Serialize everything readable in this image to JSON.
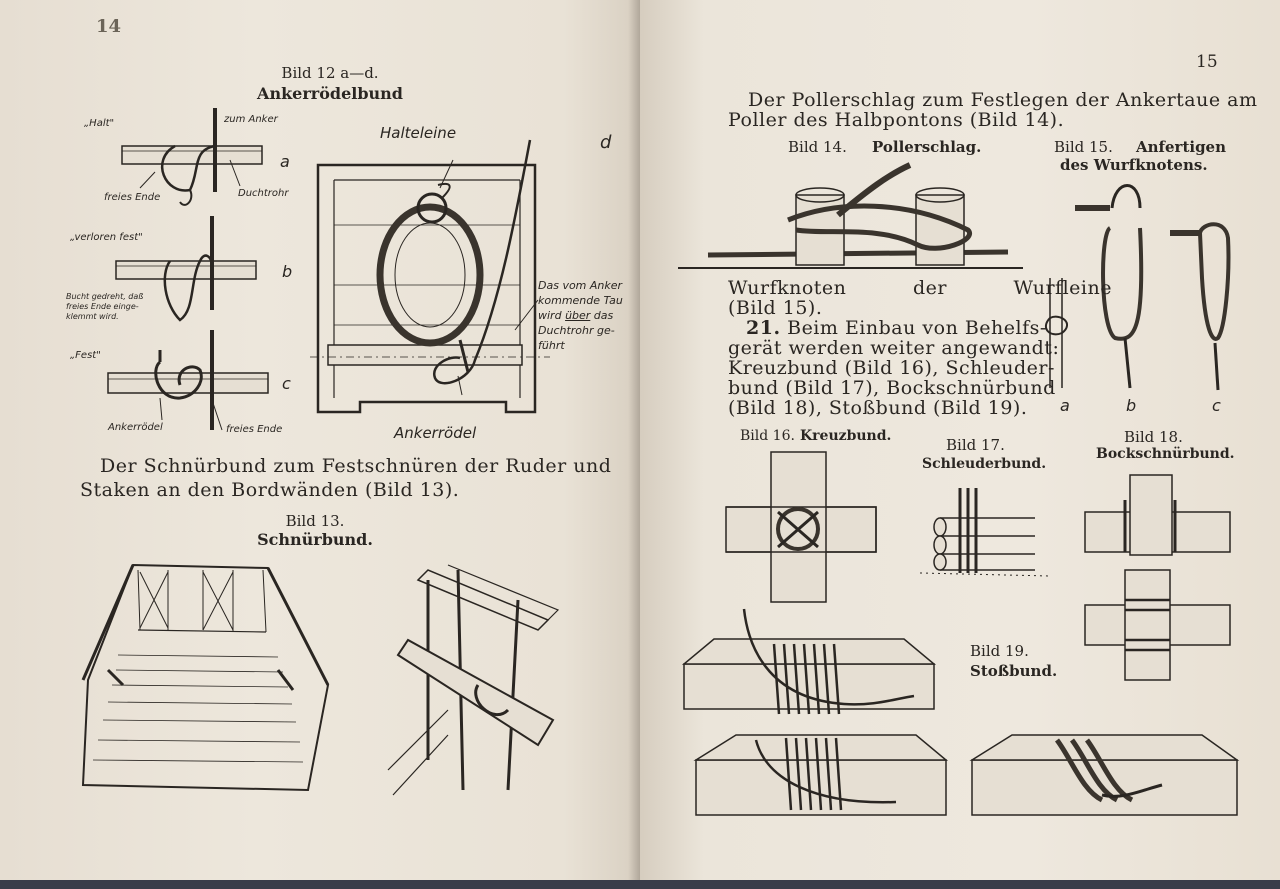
{
  "left_page": {
    "page_number": "14",
    "fig12": {
      "caption": "Bild 12 a—d.",
      "title": "Ankerrödelbund",
      "labels": {
        "halt": "„Halt\"",
        "zum_anker": "zum Anker",
        "a": "a",
        "freies_ende_a": "freies Ende",
        "duchtrohr": "Duchtrohr",
        "verloren_fest": "„verloren fest\"",
        "b": "b",
        "bucht_line1": "Bucht gedreht, daß",
        "bucht_line2": "freies Ende einge-",
        "bucht_line3": "klemmt wird.",
        "fest": "„Fest\"",
        "c": "c",
        "ankerroedel_c": "Ankerrödel",
        "freies_ende_c": "freies Ende",
        "d": "d",
        "halteleine": "Halteleine",
        "ankerroedel_d": "Ankerrödel",
        "tau_line1": "Das vom Anker",
        "tau_line2": "kommende Tau",
        "tau_line3a": "wird ",
        "tau_line3b": "über",
        "tau_line3c": " das",
        "tau_line4": "Duchtrohr ge-",
        "tau_line5": "führt"
      }
    },
    "paragraph_line1": "Der Schnürbund zum Festschnüren der Ruder und",
    "paragraph_line2": "Staken an den Bordwänden (Bild 13).",
    "fig13": {
      "caption": "Bild 13.",
      "title": "Schnürbund."
    }
  },
  "right_page": {
    "page_number": "15",
    "intro_line1": "Der Pollerschlag zum Festlegen der Ankertaue am",
    "intro_line2": "Poller des Halbpontons (Bild 14).",
    "fig14": {
      "caption": "Bild 14.",
      "title": "Pollerschlag."
    },
    "fig15": {
      "caption": "Bild 15.",
      "title_line1": "Anfertigen",
      "title_line2": "des Wurfknotens.",
      "labels": {
        "a": "a",
        "b": "b",
        "c": "c"
      }
    },
    "text_line1": "Wurfknoten der Wurfleine",
    "text_line2": "(Bild 15).",
    "section_number": "21.",
    "text_line3": " Beim Einbau von Behelfs-",
    "text_line4": "gerät werden weiter angewandt:",
    "text_line5": "Kreuzbund (Bild 16), Schleuder-",
    "text_line6": "bund (Bild 17), Bockschnürbund",
    "text_line7": "(Bild 18), Stoßbund (Bild 19).",
    "fig16": {
      "caption": "Bild 16.",
      "title": "Kreuzbund."
    },
    "fig17": {
      "caption": "Bild 17.",
      "title": "Schleuderbund."
    },
    "fig18": {
      "caption": "Bild 18.",
      "title": "Bockschnürbund."
    },
    "fig19": {
      "caption": "Bild 19.",
      "title": "Stoßbund."
    }
  },
  "colors": {
    "paper": "#ebe4d9",
    "ink": "#2a2622",
    "cover": "#3a3d4a"
  }
}
